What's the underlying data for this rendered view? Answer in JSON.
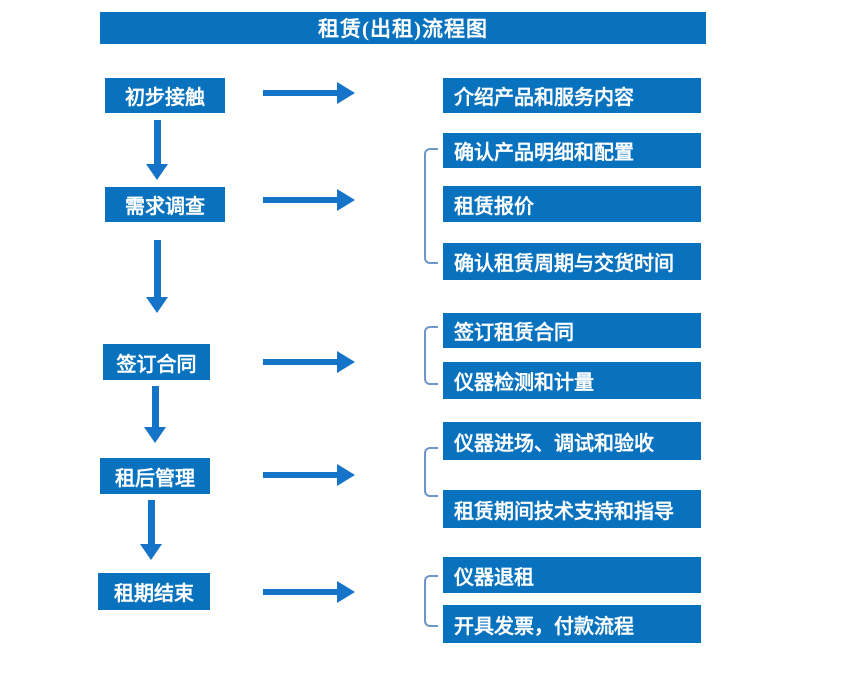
{
  "title": "租赁(出租)流程图",
  "colors": {
    "box": "#0872BE",
    "arrow": "#1573C8",
    "bracket": "#6D96C9",
    "text": "#FFFFFF",
    "background": "#FFFFFF"
  },
  "steps": [
    {
      "label": "初步接触",
      "details": [
        "介绍产品和服务内容"
      ]
    },
    {
      "label": "需求调查",
      "details": [
        "确认产品明细和配置",
        "租赁报价",
        "确认租赁周期与交货时间"
      ]
    },
    {
      "label": "签订合同",
      "details": [
        "签订租赁合同",
        "仪器检测和计量"
      ]
    },
    {
      "label": "租后管理",
      "details": [
        "仪器进场、调试和验收",
        "租赁期间技术支持和指导"
      ]
    },
    {
      "label": "租期结束",
      "details": [
        "仪器退租",
        "开具发票，付款流程"
      ]
    }
  ]
}
